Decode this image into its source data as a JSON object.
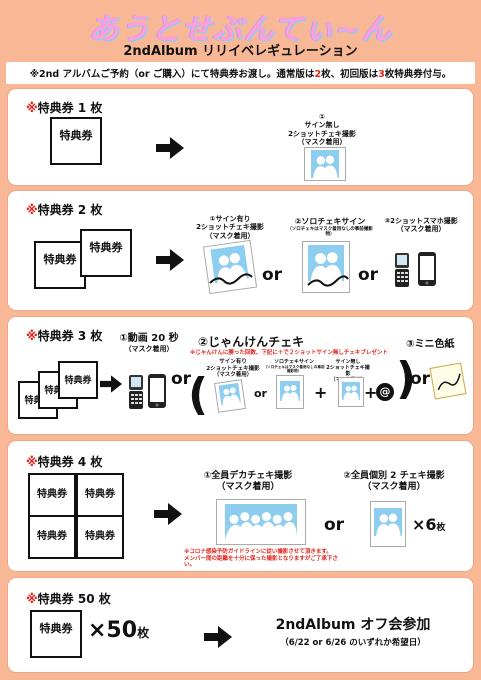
{
  "header": {
    "logo_text": "あうとせぶんてぃ~ん",
    "subtitle": "2ndAlbum リリイベレギュレーション",
    "notice_pre": "※2nd アルバムご予約（or ご購入）にて特典券お渡し。通常版は",
    "notice_n1": "2",
    "notice_mid": "枚、初回版は",
    "notice_n2": "3",
    "notice_post": "枚特典券付与。"
  },
  "ticket_label": "特典券",
  "or_label": "or",
  "sections": [
    {
      "title_mark": "※",
      "title": "特典券 1 枚",
      "option1": {
        "num": "①",
        "line1": "サイン無し",
        "line2": "2ショットチェキ撮影",
        "line3": "（マスク着用）"
      }
    },
    {
      "title_mark": "※",
      "title": "特典券 2 枚",
      "option1": {
        "line1": "①サイン有り",
        "line2": "2ショットチェキ撮影",
        "line3": "（マスク着用）"
      },
      "option2": {
        "line1": "②ソロチェキサイン",
        "line2": "（ソロチェキはマスク着用なしの事前撮影物）"
      },
      "option3": {
        "line1": "③2ショットスマホ撮影",
        "line2": "（マスク着用）"
      }
    },
    {
      "title_mark": "※",
      "title": "特典券 3 枚",
      "option1": {
        "line1": "①動画 20 秒",
        "line2": "（マスク着用）"
      },
      "option2": {
        "line1": "②じゃんけんチェキ",
        "line2": "※じゃんけんに勝った回数、下記に＋で２ショットサイン無しチェキプレゼント"
      },
      "option2a": {
        "line1": "サイン有り",
        "line2": "2ショットチェキ撮影",
        "line3": "（マスク着用）"
      },
      "option2b": {
        "line1": "ソロチェキサイン",
        "line2": "（ソロチェキはマスク着用なしの事前撮影物）"
      },
      "option2c": {
        "line1": "サイン無し",
        "line2": "2ショットチェキ撮影",
        "line3": "（マスク着用）"
      },
      "option3": {
        "line1": "③ミニ色紙"
      },
      "plus": "+",
      "at": "@"
    },
    {
      "title_mark": "※",
      "title": "特典券 4 枚",
      "option1": {
        "line1": "①全員デカチェキ撮影",
        "line2": "（マスク着用）"
      },
      "option2": {
        "line1": "②全員個別 2 チェキ撮影",
        "line2": "（マスク着用）"
      },
      "multiplier": "×6",
      "multiplier_unit": "枚",
      "note1": "※コロナ感染予防ガイドラインに従い撮影させて頂きます。",
      "note2": "メンバー間の距離を十分に保った撮影となりますがご了承下さい。"
    },
    {
      "title_mark": "※",
      "title": "特典券 50 枚",
      "multiplier": "×50",
      "multiplier_unit": "枚",
      "reward": "2ndAlbum オフ会参加",
      "reward_sub": "（6/22 or 6/26 のいずれか希望日）"
    }
  ],
  "colors": {
    "background": "#f8b896",
    "accent_red": "#e3241b",
    "photo_blue": "#7dc8ee"
  }
}
